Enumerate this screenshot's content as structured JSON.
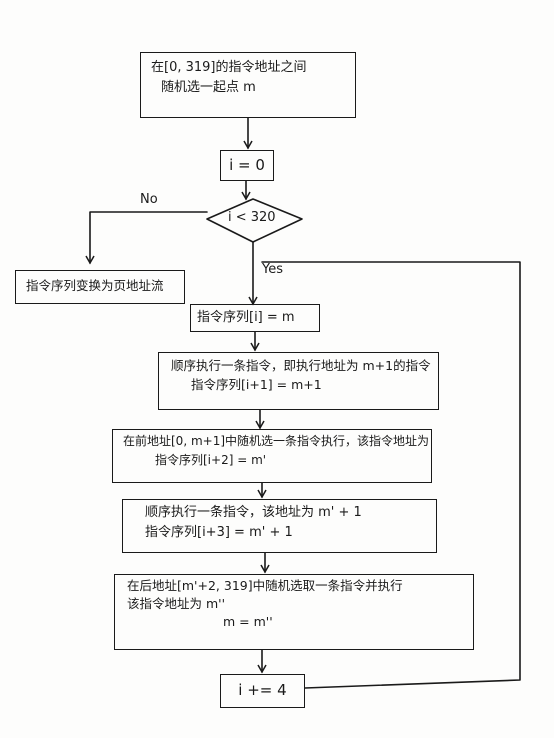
{
  "flowchart": {
    "start_box": {
      "line1": "在[0, 319]的指令地址之间",
      "line2": "随机选一起点 m"
    },
    "init_box": "i = 0",
    "decision": "i < 320",
    "no_label": "No",
    "yes_label": "Yes",
    "exit_box": "指令序列变换为页地址流",
    "step1": "指令序列[i] = m",
    "step2": {
      "line1": "顺序执行一条指令，即执行地址为 m+1的指令",
      "line2": "指令序列[i+1] = m+1"
    },
    "step3": {
      "line1": "在前地址[0, m+1]中随机选一条指令执行，该指令地址为 m'",
      "line2": "指令序列[i+2] = m'"
    },
    "step4": {
      "line1": "顺序执行一条指令，该地址为 m' + 1",
      "line2": "指令序列[i+3] = m' + 1"
    },
    "step5": {
      "line1": "在后地址[m'+2, 319]中随机选取一条指令并执行",
      "line2": "该指令地址为 m''",
      "line3": "m = m''"
    },
    "increment_box": "i += 4"
  }
}
